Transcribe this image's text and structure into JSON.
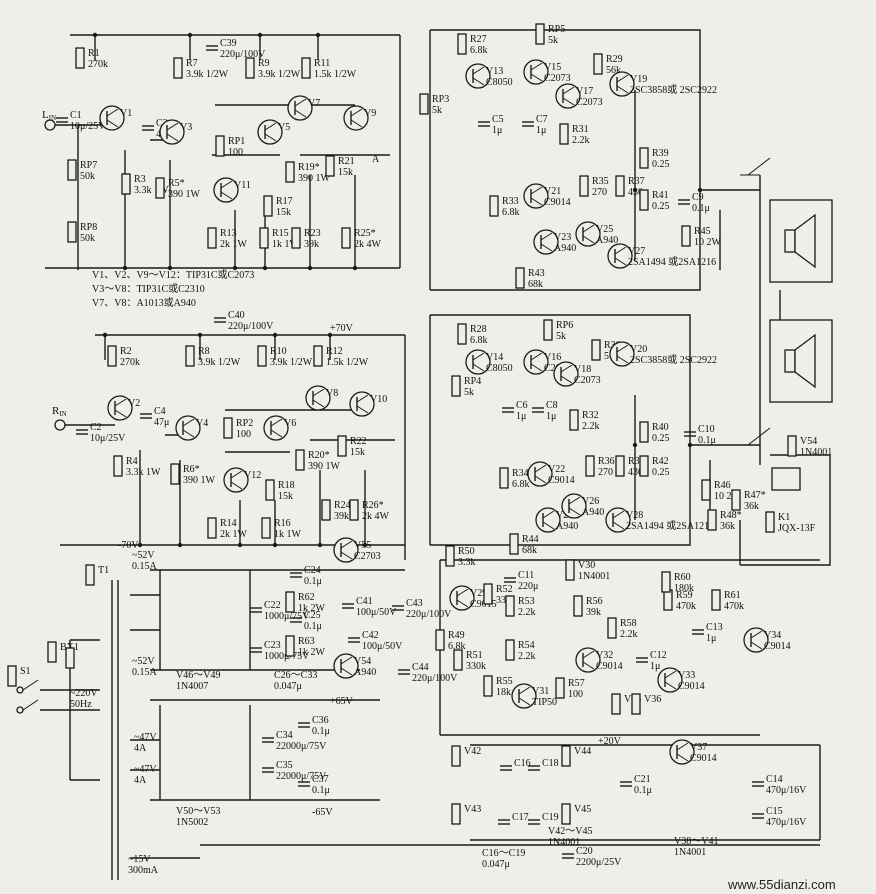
{
  "inputs": {
    "left": "L",
    "left_sub": "IN",
    "right": "R",
    "right_sub": "IN"
  },
  "notes": {
    "n1": "V1、V2、V9～V12：TIP31C或C2073",
    "n2": "V3～V8：TIP31C或C2310",
    "n3": "V7、V8：A1013或A940"
  },
  "rails": {
    "plus70": "+70V",
    "minus70": "-70V",
    "plus65": "+65V",
    "minus65": "-65V",
    "plus20": "+20V",
    "node_a": "A"
  },
  "top_channel": [
    {
      "ref": "C1",
      "val": "10μ/25V"
    },
    {
      "ref": "R1",
      "val": "270k"
    },
    {
      "ref": "V1",
      "val": ""
    },
    {
      "ref": "RP7",
      "val": "50k"
    },
    {
      "ref": "RP8",
      "val": "50k"
    },
    {
      "ref": "C3",
      "val": "47μ"
    },
    {
      "ref": "V3",
      "val": ""
    },
    {
      "ref": "R3",
      "val": "3.3k 1W"
    },
    {
      "ref": "R5*",
      "val": "390 1W"
    },
    {
      "ref": "C39",
      "val": "220μ/100V"
    },
    {
      "ref": "R7",
      "val": "3.9k 1/2W"
    },
    {
      "ref": "R9",
      "val": "3.9k 1/2W"
    },
    {
      "ref": "R11",
      "val": "1.5k 1/2W"
    },
    {
      "ref": "RP1",
      "val": "100"
    },
    {
      "ref": "V5",
      "val": ""
    },
    {
      "ref": "V7",
      "val": ""
    },
    {
      "ref": "V9",
      "val": ""
    },
    {
      "ref": "V11",
      "val": ""
    },
    {
      "ref": "R19*",
      "val": "390 1W"
    },
    {
      "ref": "R17",
      "val": "15k"
    },
    {
      "ref": "R21",
      "val": "15k"
    },
    {
      "ref": "R13",
      "val": "2k 1W"
    },
    {
      "ref": "R15",
      "val": "1k 1W"
    },
    {
      "ref": "R23",
      "val": "39k"
    },
    {
      "ref": "R25*",
      "val": "2k 4W"
    }
  ],
  "bottom_channel": [
    {
      "ref": "C2",
      "val": "10μ/25V"
    },
    {
      "ref": "R2",
      "val": "270k"
    },
    {
      "ref": "V2",
      "val": ""
    },
    {
      "ref": "C4",
      "val": "47μ"
    },
    {
      "ref": "V4",
      "val": ""
    },
    {
      "ref": "R4",
      "val": "3.3k 1W"
    },
    {
      "ref": "R6*",
      "val": "390 1W"
    },
    {
      "ref": "C40",
      "val": "220μ/100V"
    },
    {
      "ref": "R8",
      "val": "3.9k 1/2W"
    },
    {
      "ref": "R10",
      "val": "3.9k 1/2W"
    },
    {
      "ref": "R12",
      "val": "1.5k 1/2W"
    },
    {
      "ref": "RP2",
      "val": "100"
    },
    {
      "ref": "V6",
      "val": ""
    },
    {
      "ref": "V8",
      "val": ""
    },
    {
      "ref": "V10",
      "val": ""
    },
    {
      "ref": "V12",
      "val": ""
    },
    {
      "ref": "R20*",
      "val": "390 1W"
    },
    {
      "ref": "R18",
      "val": "15k"
    },
    {
      "ref": "R22",
      "val": "15k"
    },
    {
      "ref": "R14",
      "val": "2k 1W"
    },
    {
      "ref": "R16",
      "val": "1k 1W"
    },
    {
      "ref": "R24",
      "val": "39k"
    },
    {
      "ref": "R26*",
      "val": "2k 4W"
    }
  ],
  "output_top": [
    {
      "ref": "R27",
      "val": "6.8k"
    },
    {
      "ref": "RP5",
      "val": "5k"
    },
    {
      "ref": "R29",
      "val": "56k"
    },
    {
      "ref": "RP3",
      "val": "5k"
    },
    {
      "ref": "V13",
      "val": "C8050"
    },
    {
      "ref": "V15",
      "val": "C2073"
    },
    {
      "ref": "V17",
      "val": "C2073"
    },
    {
      "ref": "V19",
      "val": "2SC3858或 2SC2922"
    },
    {
      "ref": "C5",
      "val": "1μ"
    },
    {
      "ref": "C7",
      "val": "1μ"
    },
    {
      "ref": "R31",
      "val": "2.2k"
    },
    {
      "ref": "R39",
      "val": "0.25"
    },
    {
      "ref": "R35",
      "val": "270"
    },
    {
      "ref": "R37",
      "val": "430"
    },
    {
      "ref": "R41",
      "val": "0.25"
    },
    {
      "ref": "C9",
      "val": "0.1μ"
    },
    {
      "ref": "R45",
      "val": "10 2W"
    },
    {
      "ref": "R33",
      "val": "6.8k"
    },
    {
      "ref": "V21",
      "val": "C9014"
    },
    {
      "ref": "V23",
      "val": "A940"
    },
    {
      "ref": "V25",
      "val": "A940"
    },
    {
      "ref": "V27",
      "val": "2SA1494 或2SA1216"
    },
    {
      "ref": "R43",
      "val": "68k"
    }
  ],
  "output_bottom": [
    {
      "ref": "R28",
      "val": "6.8k"
    },
    {
      "ref": "RP6",
      "val": "5k"
    },
    {
      "ref": "R30",
      "val": "56k"
    },
    {
      "ref": "RP4",
      "val": "5k"
    },
    {
      "ref": "V14",
      "val": "C8050"
    },
    {
      "ref": "V16",
      "val": "C2073"
    },
    {
      "ref": "V18",
      "val": "C2073"
    },
    {
      "ref": "V20",
      "val": "2SC3858或 2SC2922"
    },
    {
      "ref": "C6",
      "val": "1μ"
    },
    {
      "ref": "C8",
      "val": "1μ"
    },
    {
      "ref": "R32",
      "val": "2.2k"
    },
    {
      "ref": "R40",
      "val": "0.25"
    },
    {
      "ref": "R36",
      "val": "270"
    },
    {
      "ref": "R38",
      "val": "430"
    },
    {
      "ref": "R42",
      "val": "0.25"
    },
    {
      "ref": "C10",
      "val": "0.1μ"
    },
    {
      "ref": "R46",
      "val": "10 2W"
    },
    {
      "ref": "R34",
      "val": "6.8k"
    },
    {
      "ref": "V22",
      "val": "C9014"
    },
    {
      "ref": "V24",
      "val": "A940"
    },
    {
      "ref": "V26",
      "val": "A940"
    },
    {
      "ref": "V28",
      "val": "2SA1494 或2SA1216"
    },
    {
      "ref": "R44",
      "val": "68k"
    },
    {
      "ref": "R47*",
      "val": "36k"
    },
    {
      "ref": "R48*",
      "val": "36k"
    },
    {
      "ref": "V54",
      "val": "1N4001"
    },
    {
      "ref": "K1",
      "val": "JQX-13F"
    }
  ],
  "power": [
    {
      "ref": "T1",
      "val": ""
    },
    {
      "ref": "BX1",
      "val": ""
    },
    {
      "ref": "S1",
      "val": ""
    },
    {
      "ref": "~220V",
      "val": "50Hz"
    },
    {
      "ref": "~52V",
      "val": "0.15A"
    },
    {
      "ref": "~52V ",
      "val": "0.15A"
    },
    {
      "ref": "~47V",
      "val": "4A"
    },
    {
      "ref": "~47V ",
      "val": "4A"
    },
    {
      "ref": "~15V",
      "val": "300mA"
    },
    {
      "ref": "V46～V49",
      "val": "1N4007"
    },
    {
      "ref": "C26～C33",
      "val": "0.047μ"
    },
    {
      "ref": "V50～V53",
      "val": "1N5002"
    },
    {
      "ref": "C22",
      "val": "1000μ/75V"
    },
    {
      "ref": "C23",
      "val": "1000μ/75V"
    },
    {
      "ref": "C24",
      "val": "0.1μ"
    },
    {
      "ref": "C25",
      "val": "0.1μ"
    },
    {
      "ref": "R62",
      "val": "1k 2W"
    },
    {
      "ref": "R63",
      "val": "1k 2W"
    },
    {
      "ref": "V55",
      "val": "C2703"
    },
    {
      "ref": "V54 ",
      "val": "A940"
    },
    {
      "ref": "C41",
      "val": "100μ/50V"
    },
    {
      "ref": "C42",
      "val": "100μ/50V"
    },
    {
      "ref": "C43",
      "val": "220μ/100V"
    },
    {
      "ref": "C44",
      "val": "220μ/100V"
    },
    {
      "ref": "C34",
      "val": "22000μ/75V"
    },
    {
      "ref": "C35",
      "val": "22000μ/75V"
    },
    {
      "ref": "C36",
      "val": "0.1μ"
    },
    {
      "ref": "C37",
      "val": "0.1μ"
    }
  ],
  "protect": [
    {
      "ref": "R50",
      "val": "3.3k"
    },
    {
      "ref": "V29",
      "val": "C9015"
    },
    {
      "ref": "R52",
      "val": "33"
    },
    {
      "ref": "C11",
      "val": "220μ"
    },
    {
      "ref": "R53",
      "val": "2.2k"
    },
    {
      "ref": "V30",
      "val": "1N4001"
    },
    {
      "ref": "R56",
      "val": "39k"
    },
    {
      "ref": "R49",
      "val": "6.8k"
    },
    {
      "ref": "R51",
      "val": "330k"
    },
    {
      "ref": "R54",
      "val": "2.2k"
    },
    {
      "ref": "R55",
      "val": "18k"
    },
    {
      "ref": "V31",
      "val": "TIP50"
    },
    {
      "ref": "R57",
      "val": "100"
    },
    {
      "ref": "V32",
      "val": "C9014"
    },
    {
      "ref": "R58",
      "val": "2.2k"
    },
    {
      "ref": "C12",
      "val": "1μ"
    },
    {
      "ref": "V35",
      "val": ""
    },
    {
      "ref": "V36",
      "val": ""
    },
    {
      "ref": "R59",
      "val": "470k"
    },
    {
      "ref": "R60",
      "val": "180k"
    },
    {
      "ref": "R61",
      "val": "470k"
    },
    {
      "ref": "V33",
      "val": "C9014"
    },
    {
      "ref": "C13",
      "val": "1μ"
    },
    {
      "ref": "V34",
      "val": "C9014"
    }
  ],
  "aux_supply": [
    {
      "ref": "V42",
      "val": ""
    },
    {
      "ref": "V43",
      "val": ""
    },
    {
      "ref": "V44",
      "val": ""
    },
    {
      "ref": "V45",
      "val": ""
    },
    {
      "ref": "C16",
      "val": ""
    },
    {
      "ref": "C17",
      "val": ""
    },
    {
      "ref": "C18",
      "val": ""
    },
    {
      "ref": "C19",
      "val": ""
    },
    {
      "ref": "V42～V45",
      "val": "1N4001"
    },
    {
      "ref": "C16～C19",
      "val": "0.047μ"
    },
    {
      "ref": "C20",
      "val": "2200μ/25V"
    },
    {
      "ref": "C21",
      "val": "0.1μ"
    },
    {
      "ref": "V37",
      "val": "C9014"
    },
    {
      "ref": "V38～V41",
      "val": "1N4001"
    },
    {
      "ref": "C14",
      "val": "470μ/16V"
    },
    {
      "ref": "C15",
      "val": "470μ/16V"
    }
  ],
  "watermark": "www.55dianzi.com"
}
